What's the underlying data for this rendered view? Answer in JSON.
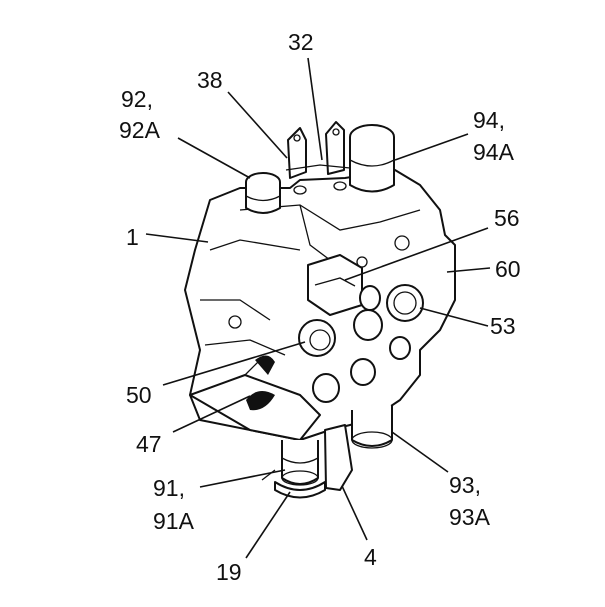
{
  "labels": {
    "l32": "32",
    "l38": "38",
    "l92a": "92,",
    "l92b": "92A",
    "l94a": "94,",
    "l94b": "94A",
    "l1": "1",
    "l56": "56",
    "l60": "60",
    "l53": "53",
    "l50": "50",
    "l47": "47",
    "l91a": "91,",
    "l91b": "91A",
    "l93a": "93,",
    "l93b": "93A",
    "l19": "19",
    "l4": "4"
  }
}
